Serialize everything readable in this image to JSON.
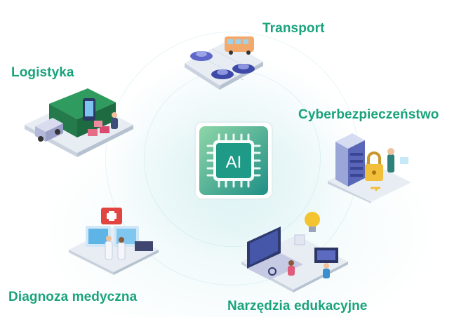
{
  "labels": {
    "transport": "Transport",
    "logistics": "Logistyka",
    "cyber": "Cyberbezpieczeństwo",
    "medical": "Diagnoza medyczna",
    "education": "Narzędzia edukacyjne"
  },
  "chip": {
    "text": "AI"
  },
  "colors": {
    "label_green": "#1aa37a",
    "chip_teal": "#2aa38c",
    "chip_light": "#7ed1b8"
  },
  "icons": [
    "ai-chip-icon",
    "transport-illustration",
    "logistics-illustration",
    "cybersecurity-illustration",
    "medical-illustration",
    "education-illustration"
  ]
}
